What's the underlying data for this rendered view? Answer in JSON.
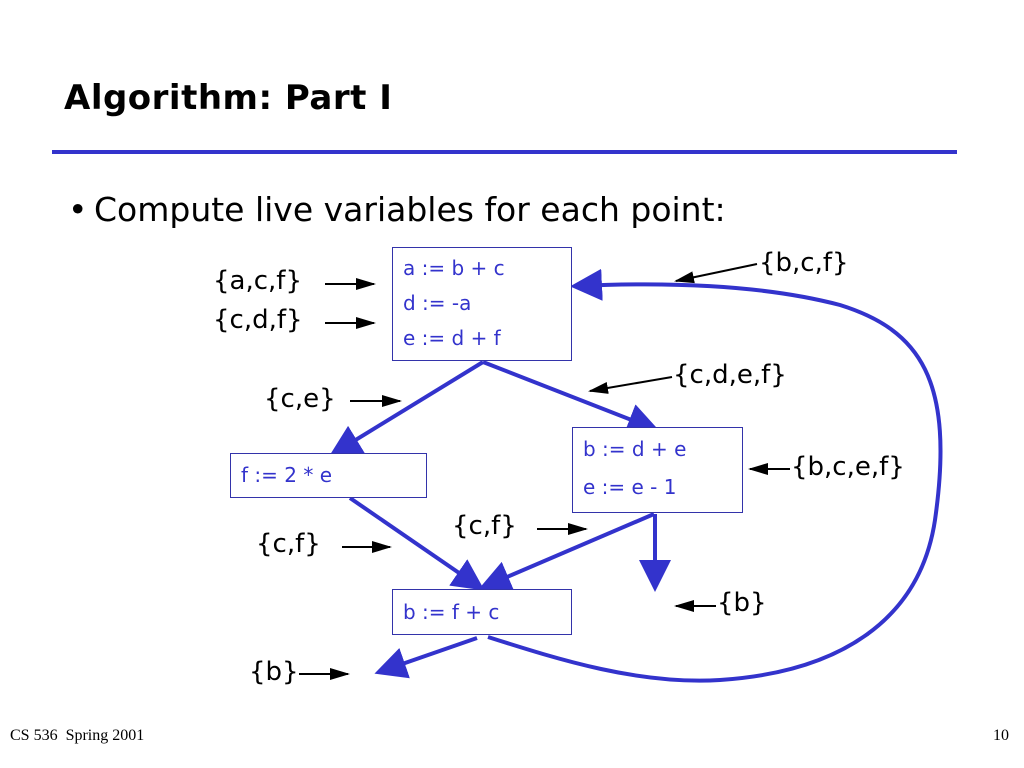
{
  "slide": {
    "title": "Algorithm: Part I",
    "bullet_marker": "•",
    "bullet_text": "Compute live variables for each point:",
    "colors": {
      "accent": "#3333cc",
      "text": "#000000",
      "box_border": "#3333aa"
    }
  },
  "diagram": {
    "blocks": [
      {
        "id": "block1",
        "lines": [
          "a := b + c",
          "d := -a",
          "e := d + f"
        ]
      },
      {
        "id": "block2",
        "lines": [
          "f := 2 * e"
        ]
      },
      {
        "id": "block3",
        "lines": [
          "b := d + e",
          "e := e - 1"
        ]
      },
      {
        "id": "block4",
        "lines": [
          "b := f + c"
        ]
      }
    ],
    "live_sets": {
      "loop_in": "{b,c,f}",
      "before_a": "{a,c,f}",
      "before_d": "{c,d,f}",
      "after_block1_right": "{c,d,e,f}",
      "after_block1_left": "{c,e}",
      "block3_in": "{b,c,e,f}",
      "after_block2": "{c,f}",
      "after_block3_left": "{c,f}",
      "after_block3_down": "{b}",
      "exit": "{b}"
    }
  },
  "footer": {
    "course": "CS 536  Spring 2001",
    "page_number": "10"
  }
}
